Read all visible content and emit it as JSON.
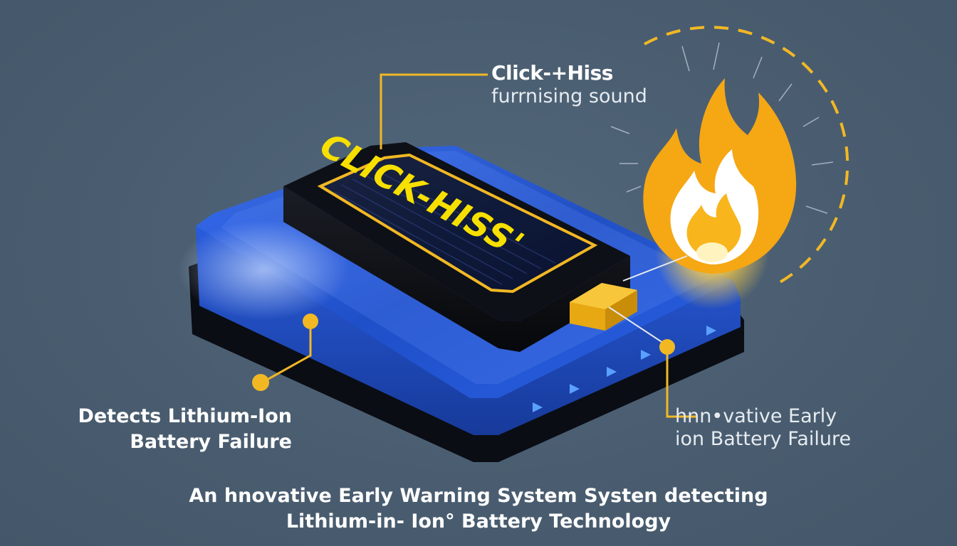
{
  "diagram": {
    "callouts": {
      "top": {
        "title": "Click-+Hiss",
        "subtitle": "furrnising sound"
      },
      "left": {
        "lines": [
          "Detects Lithium-Ion",
          "Battery Failure"
        ]
      },
      "right": {
        "lines": [
          "hnn•vative Early",
          "ion Battery Failure"
        ]
      }
    },
    "battery_label": "CLICK-HISS'",
    "caption": {
      "lines": [
        "An hnovative Early Warning System Systen detecting",
        "Lithium-in- Ion° Battery Technology"
      ]
    },
    "icons": {
      "fire": "flame-icon",
      "sensor": "sensor-chip-icon",
      "sound": "sound-ring-icon"
    },
    "colors": {
      "background": "#4a5d70",
      "accent": "#f2b824",
      "base_blue": "#2f5fd8",
      "battery_body": "#0d1017",
      "flame_outer": "#f5a714",
      "flame_inner": "#ffffff"
    }
  }
}
